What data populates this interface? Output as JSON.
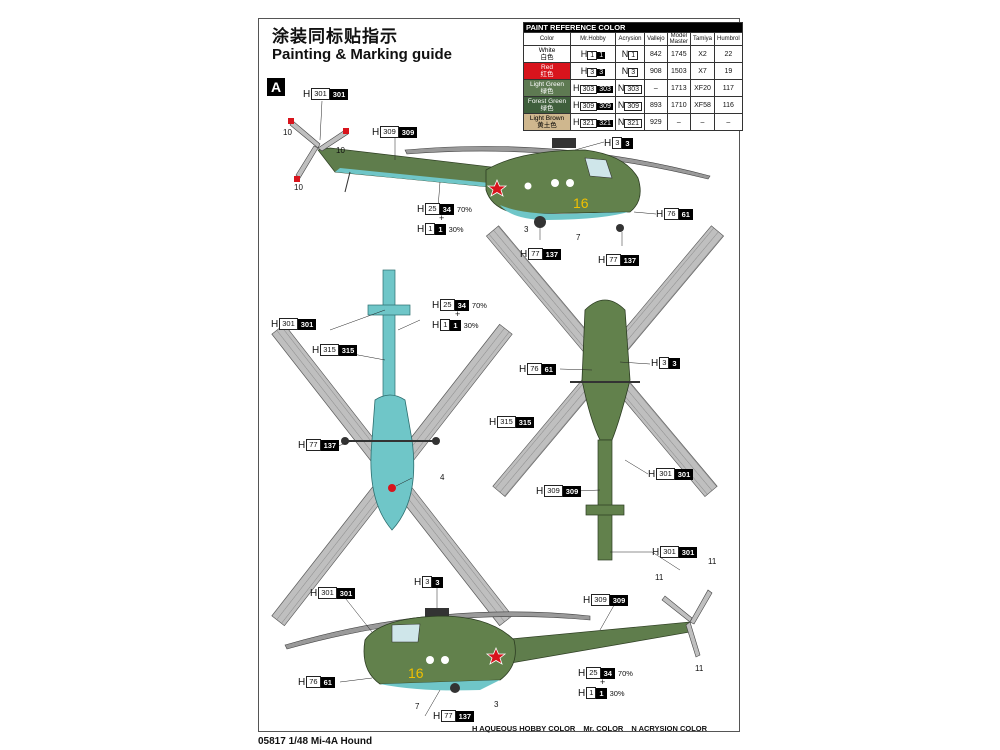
{
  "title_cn": "涂装同标贴指示",
  "title_en": "Painting & Marking guide",
  "section": "A",
  "table": {
    "title": "PAINT  REFERENCE COLOR",
    "headers": [
      "Color",
      "Mr.Hobby",
      "Acrysion",
      "Vallejo",
      "Model Master",
      "Tamiya",
      "Humbrol"
    ],
    "rows": [
      {
        "name": "White",
        "cn": "白色",
        "h_box": "1",
        "h_blk": "1",
        "n": "1",
        "vallejo": "842",
        "mm": "1745",
        "tamiya": "X2",
        "humbrol": "22",
        "color": "#ffffff",
        "text": "#000"
      },
      {
        "name": "Red",
        "cn": "红色",
        "h_box": "3",
        "h_blk": "3",
        "n": "3",
        "vallejo": "908",
        "mm": "1503",
        "tamiya": "X7",
        "humbrol": "19",
        "color": "#d8141c",
        "text": "#fff"
      },
      {
        "name": "Light Green",
        "cn": "绿色",
        "h_box": "303",
        "h_blk": "303",
        "n": "303",
        "vallejo": "–",
        "mm": "1713",
        "tamiya": "XF20",
        "humbrol": "117",
        "color": "#5e7a52",
        "text": "#fff"
      },
      {
        "name": "Forest Green",
        "cn": "绿色",
        "h_box": "309",
        "h_blk": "309",
        "n": "309",
        "vallejo": "893",
        "mm": "1710",
        "tamiya": "XF58",
        "humbrol": "116",
        "color": "#3f5f3c",
        "text": "#fff"
      },
      {
        "name": "Light Brown",
        "cn": "黄土色",
        "h_box": "321",
        "h_blk": "321",
        "n": "321",
        "vallejo": "929",
        "mm": "–",
        "tamiya": "–",
        "humbrol": "–",
        "color": "#cfb78e",
        "text": "#000"
      }
    ]
  },
  "codes": {
    "c1": {
      "l": "H",
      "a": "301",
      "b": "301"
    },
    "c2": {
      "l": "H",
      "a": "309",
      "b": "309"
    },
    "c3": {
      "l": "H",
      "a": "3",
      "b": "3"
    },
    "c4": {
      "l": "H",
      "a": "25",
      "b": "34",
      "p": "70%"
    },
    "c5": {
      "l": "H",
      "a": "1",
      "b": "1",
      "p": "30%"
    },
    "c6": {
      "l": "H",
      "a": "76",
      "b": "61"
    },
    "c7": {
      "l": "H",
      "a": "77",
      "b": "137"
    },
    "c8": {
      "l": "H",
      "a": "77",
      "b": "137"
    },
    "c9": {
      "l": "H",
      "a": "25",
      "b": "34",
      "p": "70%"
    },
    "c10": {
      "l": "H",
      "a": "1",
      "b": "1",
      "p": "30%"
    },
    "c11": {
      "l": "H",
      "a": "301",
      "b": "301"
    },
    "c12": {
      "l": "H",
      "a": "315",
      "b": "315"
    },
    "c13": {
      "l": "H",
      "a": "77",
      "b": "137"
    },
    "c14": {
      "l": "H",
      "a": "76",
      "b": "61"
    },
    "c15": {
      "l": "H",
      "a": "3",
      "b": "3"
    },
    "c16": {
      "l": "H",
      "a": "315",
      "b": "315"
    },
    "c17": {
      "l": "H",
      "a": "301",
      "b": "301"
    },
    "c18": {
      "l": "H",
      "a": "309",
      "b": "309"
    },
    "c19": {
      "l": "H",
      "a": "3",
      "b": "3"
    },
    "c20": {
      "l": "H",
      "a": "301",
      "b": "301"
    },
    "c21": {
      "l": "H",
      "a": "301",
      "b": "301"
    },
    "c22": {
      "l": "H",
      "a": "309",
      "b": "309"
    },
    "c23": {
      "l": "H",
      "a": "76",
      "b": "61"
    },
    "c24": {
      "l": "H",
      "a": "25",
      "b": "34",
      "p": "70%"
    },
    "c25": {
      "l": "H",
      "a": "1",
      "b": "1",
      "p": "30%"
    },
    "c26": {
      "l": "H",
      "a": "77",
      "b": "137"
    }
  },
  "nums": {
    "n10a": "10",
    "n10b": "10",
    "n10c": "10",
    "n3a": "3",
    "n7a": "7",
    "n4": "4",
    "n11a": "11",
    "n11b": "11",
    "n11c": "11",
    "n7b": "7",
    "n3b": "3"
  },
  "side_number": "16",
  "legend": {
    "h": "H  AQUEOUS HOBBY COLOR",
    "m": "Mr. COLOR",
    "n": "N  ACRYSION COLOR"
  },
  "footer": "05817  1/48   Mi-4A Hound"
}
